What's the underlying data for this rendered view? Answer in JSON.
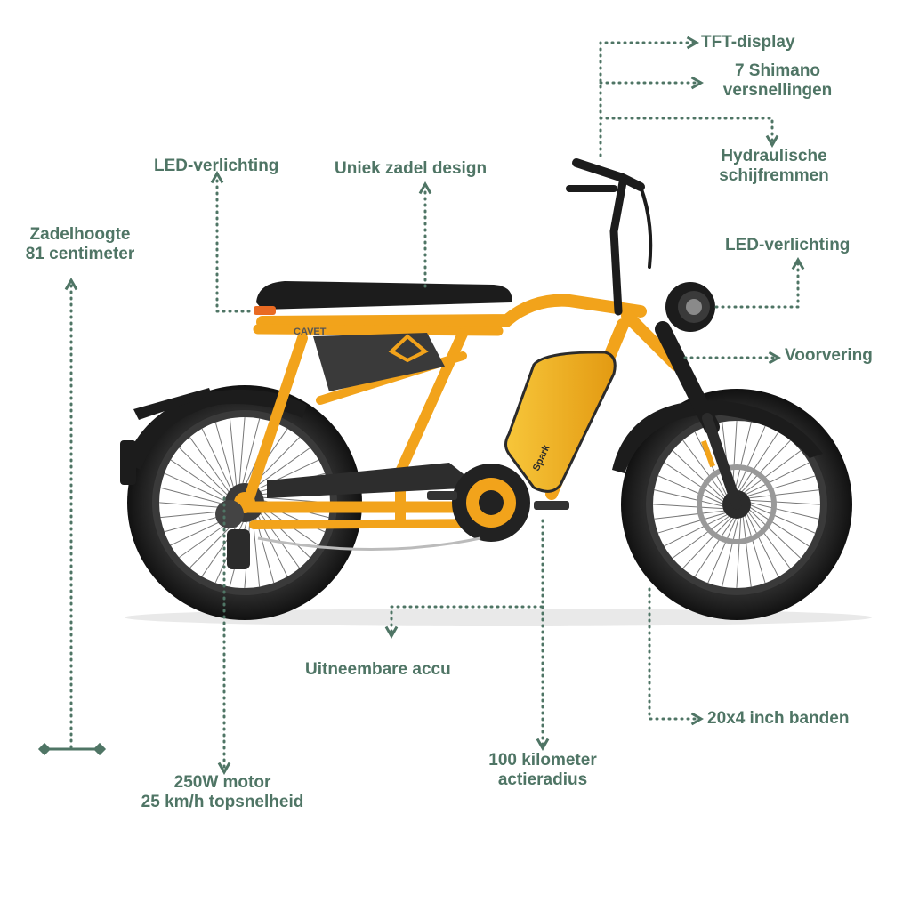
{
  "colors": {
    "annotation": "#4f7565",
    "frame": "#f2a31b",
    "tire": "#1e1e1e",
    "battery": "#f2b51d"
  },
  "callouts": {
    "tft_display": "TFT-display",
    "shimano_line1": "7 Shimano",
    "shimano_line2": "versnellingen",
    "brakes_line1": "Hydraulische",
    "brakes_line2": "schijfremmen",
    "led_rear": "LED-verlichting",
    "saddle": "Uniek zadel design",
    "led_front": "LED-verlichting",
    "seat_height_line1": "Zadelhoogte",
    "seat_height_line2": "81 centimeter",
    "suspension": "Voorvering",
    "battery": "Uitneembare accu",
    "tires": "20x4 inch banden",
    "range_line1": "100 kilometer",
    "range_line2": "actieradius",
    "motor_line1": "250W motor",
    "motor_line2": "25 km/h topsnelheid"
  },
  "bike_branding": {
    "bag_label": "CAVET",
    "battery_label": "Spark"
  }
}
